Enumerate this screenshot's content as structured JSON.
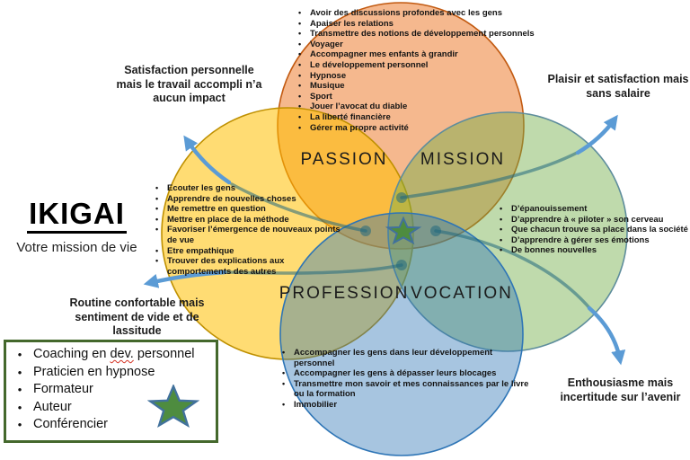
{
  "title": {
    "main": "IKIGAI",
    "subtitle": "Votre mission de vie"
  },
  "regions": {
    "passion": "PASSION",
    "mission": "MISSION",
    "profession": "PROFESSION",
    "vocation": "VOCATION"
  },
  "lists": {
    "top": {
      "items": [
        "Avoir des discussions profondes avec les gens",
        "Apaiser les relations",
        "Transmettre des notions de développement personnels",
        "Voyager",
        "Accompagner mes enfants à grandir",
        "Le développement personnel",
        "Hypnose",
        "Musique",
        "Sport",
        "Jouer l’avocat du diable",
        "La liberté financière",
        "Gérer ma propre activité"
      ]
    },
    "left": {
      "items": [
        "Ecouter les gens",
        "Apprendre de nouvelles choses",
        "Me remettre en question",
        "Mettre en place de la méthode",
        "Favoriser l’émergence de nouveaux points de vue",
        "Etre empathique",
        "Trouver des explications aux comportements des autres"
      ]
    },
    "right": {
      "items": [
        "D’épanouissement",
        "D’apprendre à « piloter » son cerveau",
        "Que chacun trouve sa place dans la société",
        "D’apprendre à gérer ses émotions",
        "De bonnes nouvelles"
      ]
    },
    "bottom": {
      "items": [
        "Accompagner les gens dans leur développement personnel",
        "Accompagner les gens à dépasser leurs blocages",
        "Transmettre mon savoir et mes connaissances par le livre ou la formation",
        "Immobilier"
      ]
    }
  },
  "callouts": {
    "top_left": "Satisfaction personnelle mais le travail accompli n’a aucun impact",
    "top_right": "Plaisir et satisfaction mais sans salaire",
    "bottom_left": "Routine confortable mais sentiment de vide et de lassitude",
    "bottom_right": "Enthousiasme mais incertitude sur l’avenir"
  },
  "skills_box": {
    "item1": {
      "pre": "Coaching en ",
      "misspelled": "dev.",
      "post": " personnel"
    },
    "items_rest": [
      "Praticien en hypnose",
      "Formateur",
      "Auteur",
      "Conférencier"
    ]
  },
  "colors": {
    "passion_fill": "rgba(237,125,49,0.55)",
    "passion_stroke": "#C25A11",
    "yellow_fill": "rgba(255,192,0,0.55)",
    "yellow_stroke": "#BF9000",
    "green_fill": "rgba(112,173,71,0.45)",
    "green_stroke": "#5E8D9C",
    "blue_fill": "rgba(46,117,181,0.42)",
    "blue_stroke": "#2E75B6",
    "leader_line": "rgba(32,104,125,0.55)",
    "arrow_blue": "#5B9BD5",
    "star_fill": "#4E8C3F",
    "star_stroke": "#41719C",
    "box_border": "#44682C"
  }
}
